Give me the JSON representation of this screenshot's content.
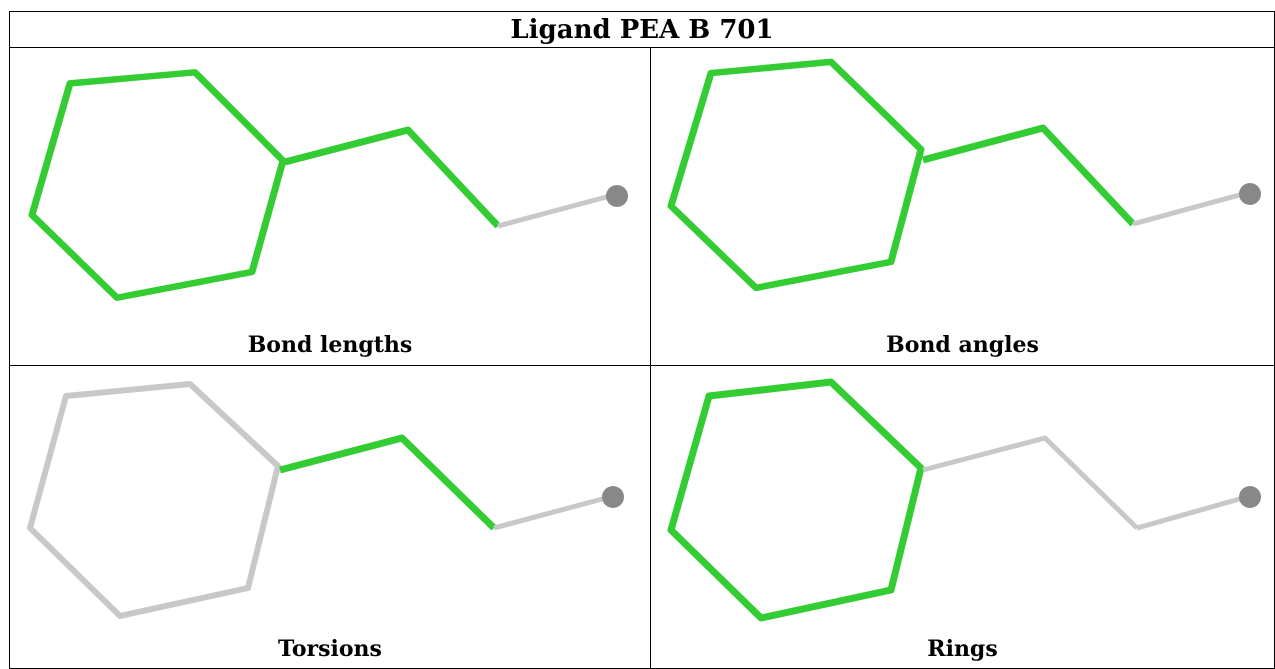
{
  "title": "Ligand PEA B 701",
  "panels": [
    {
      "caption": "Bond lengths",
      "ring_color": "#33cc33",
      "chain_color": "#33cc33",
      "tail_color": "#c8c8c8"
    },
    {
      "caption": "Bond angles",
      "ring_color": "#33cc33",
      "chain_color": "#33cc33",
      "tail_color": "#c8c8c8"
    },
    {
      "caption": "Torsions",
      "ring_color": "#c8c8c8",
      "chain_color": "#33cc33",
      "tail_color": "#c8c8c8"
    },
    {
      "caption": "Rings",
      "ring_color": "#33cc33",
      "chain_color": "#c8c8c8",
      "tail_color": "#c8c8c8"
    }
  ],
  "atom_color": "#888888"
}
